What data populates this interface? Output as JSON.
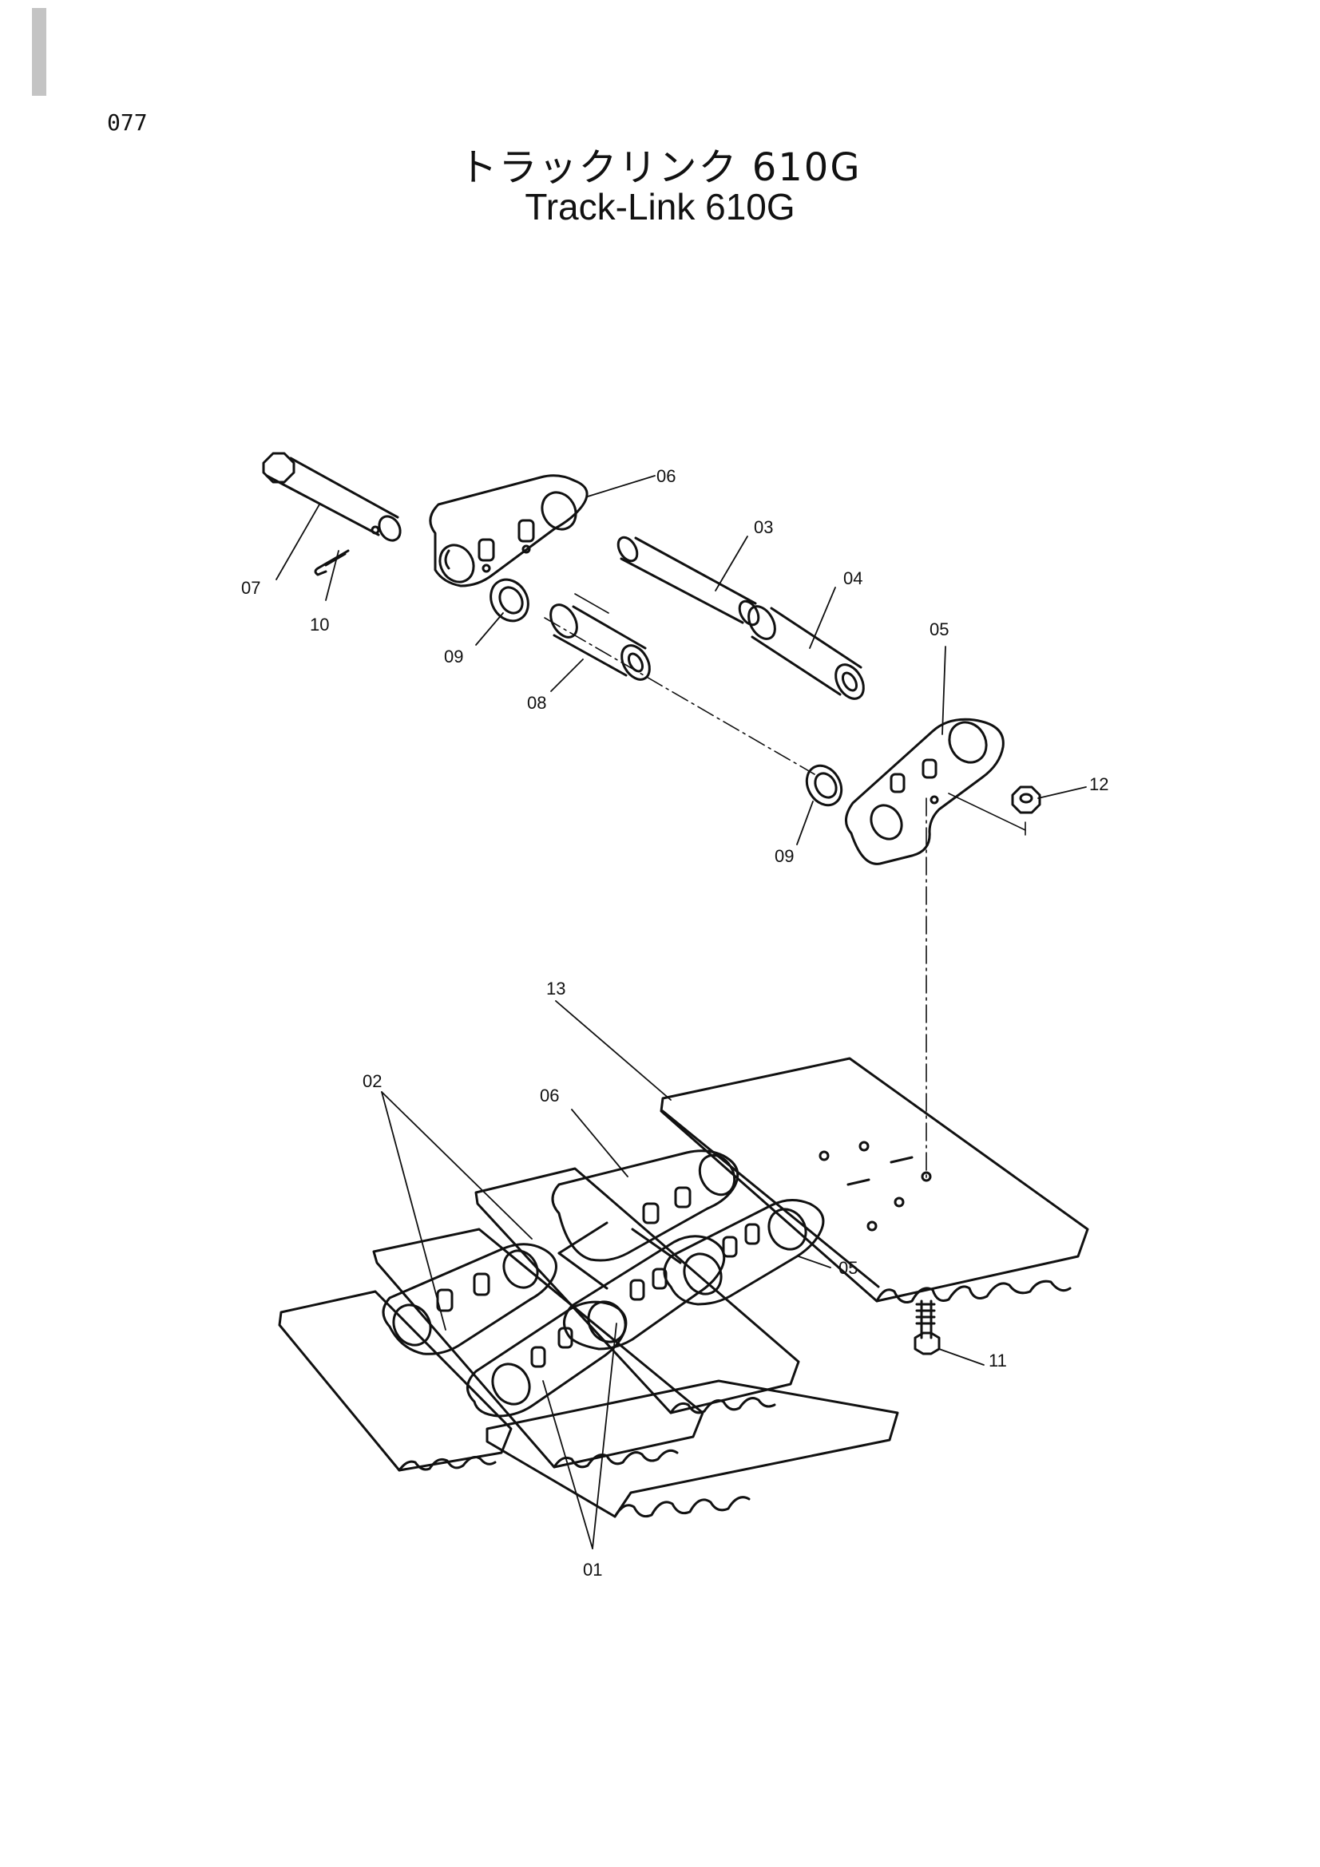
{
  "page_number": "077",
  "title": {
    "japanese": "トラックリンク 610G",
    "english": "Track-Link 610G"
  },
  "callouts": {
    "c01": "01",
    "c02": "02",
    "c03": "03",
    "c04": "04",
    "c05_top": "05",
    "c05_bottom": "05",
    "c06_top": "06",
    "c06_bottom": "06",
    "c07": "07",
    "c08": "08",
    "c09_left": "09",
    "c09_right": "09",
    "c10": "10",
    "c11": "11",
    "c12": "12",
    "c13": "13"
  },
  "colors": {
    "ink": "#111111",
    "paper": "#ffffff"
  }
}
